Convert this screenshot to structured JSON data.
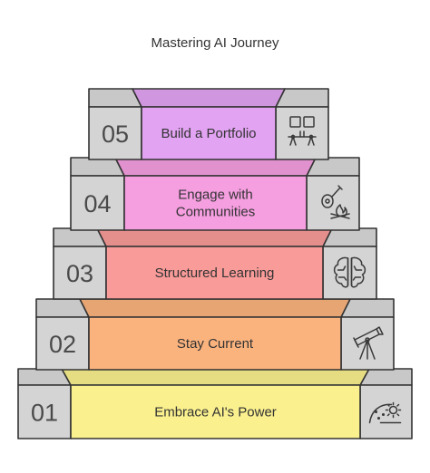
{
  "title": "Mastering AI Journey",
  "steps": [
    {
      "number": "05",
      "label_lines": [
        "Build a Portfolio"
      ],
      "color": "#e2a3f2",
      "icon": "portfolio-icon"
    },
    {
      "number": "04",
      "label_lines": [
        "Engage with",
        "Communities"
      ],
      "color": "#f59ee0",
      "icon": "community-campfire-icon"
    },
    {
      "number": "03",
      "label_lines": [
        "Structured Learning"
      ],
      "color": "#f99b99",
      "icon": "brain-icon"
    },
    {
      "number": "02",
      "label_lines": [
        "Stay Current"
      ],
      "color": "#fbb37e",
      "icon": "telescope-icon"
    },
    {
      "number": "01",
      "label_lines": [
        "Embrace AI's Power"
      ],
      "color": "#faf08e",
      "icon": "sunrise-icon"
    }
  ],
  "colors": {
    "block": "#d4d4d4",
    "block_top": "#c8c8c8",
    "outline": "#333333"
  }
}
